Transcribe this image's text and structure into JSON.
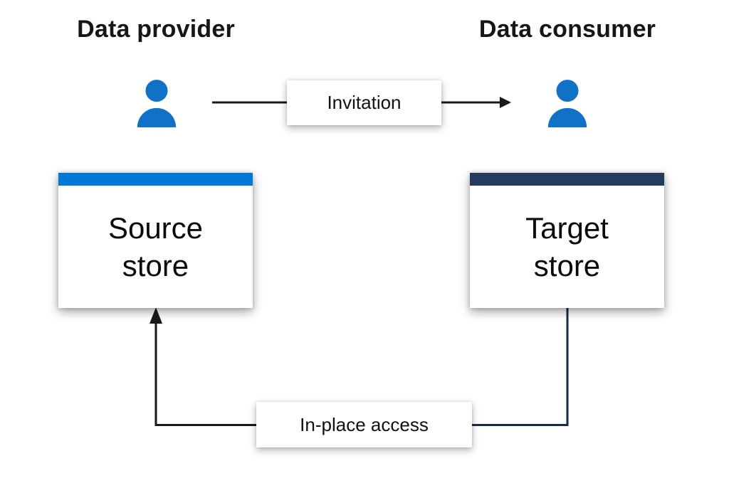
{
  "diagram": {
    "provider_title": "Data provider",
    "consumer_title": "Data consumer",
    "invitation_label": "Invitation",
    "in_place_label": "In-place access",
    "source_store_label": "Source\nstore",
    "target_store_label": "Target\nstore"
  },
  "colors": {
    "source_header_blue": "#0078D7",
    "target_header_navy": "#243A5E",
    "person_blue": "#1072C6",
    "line_black": "#1A1A1A",
    "line_navy": "#182A4E"
  }
}
